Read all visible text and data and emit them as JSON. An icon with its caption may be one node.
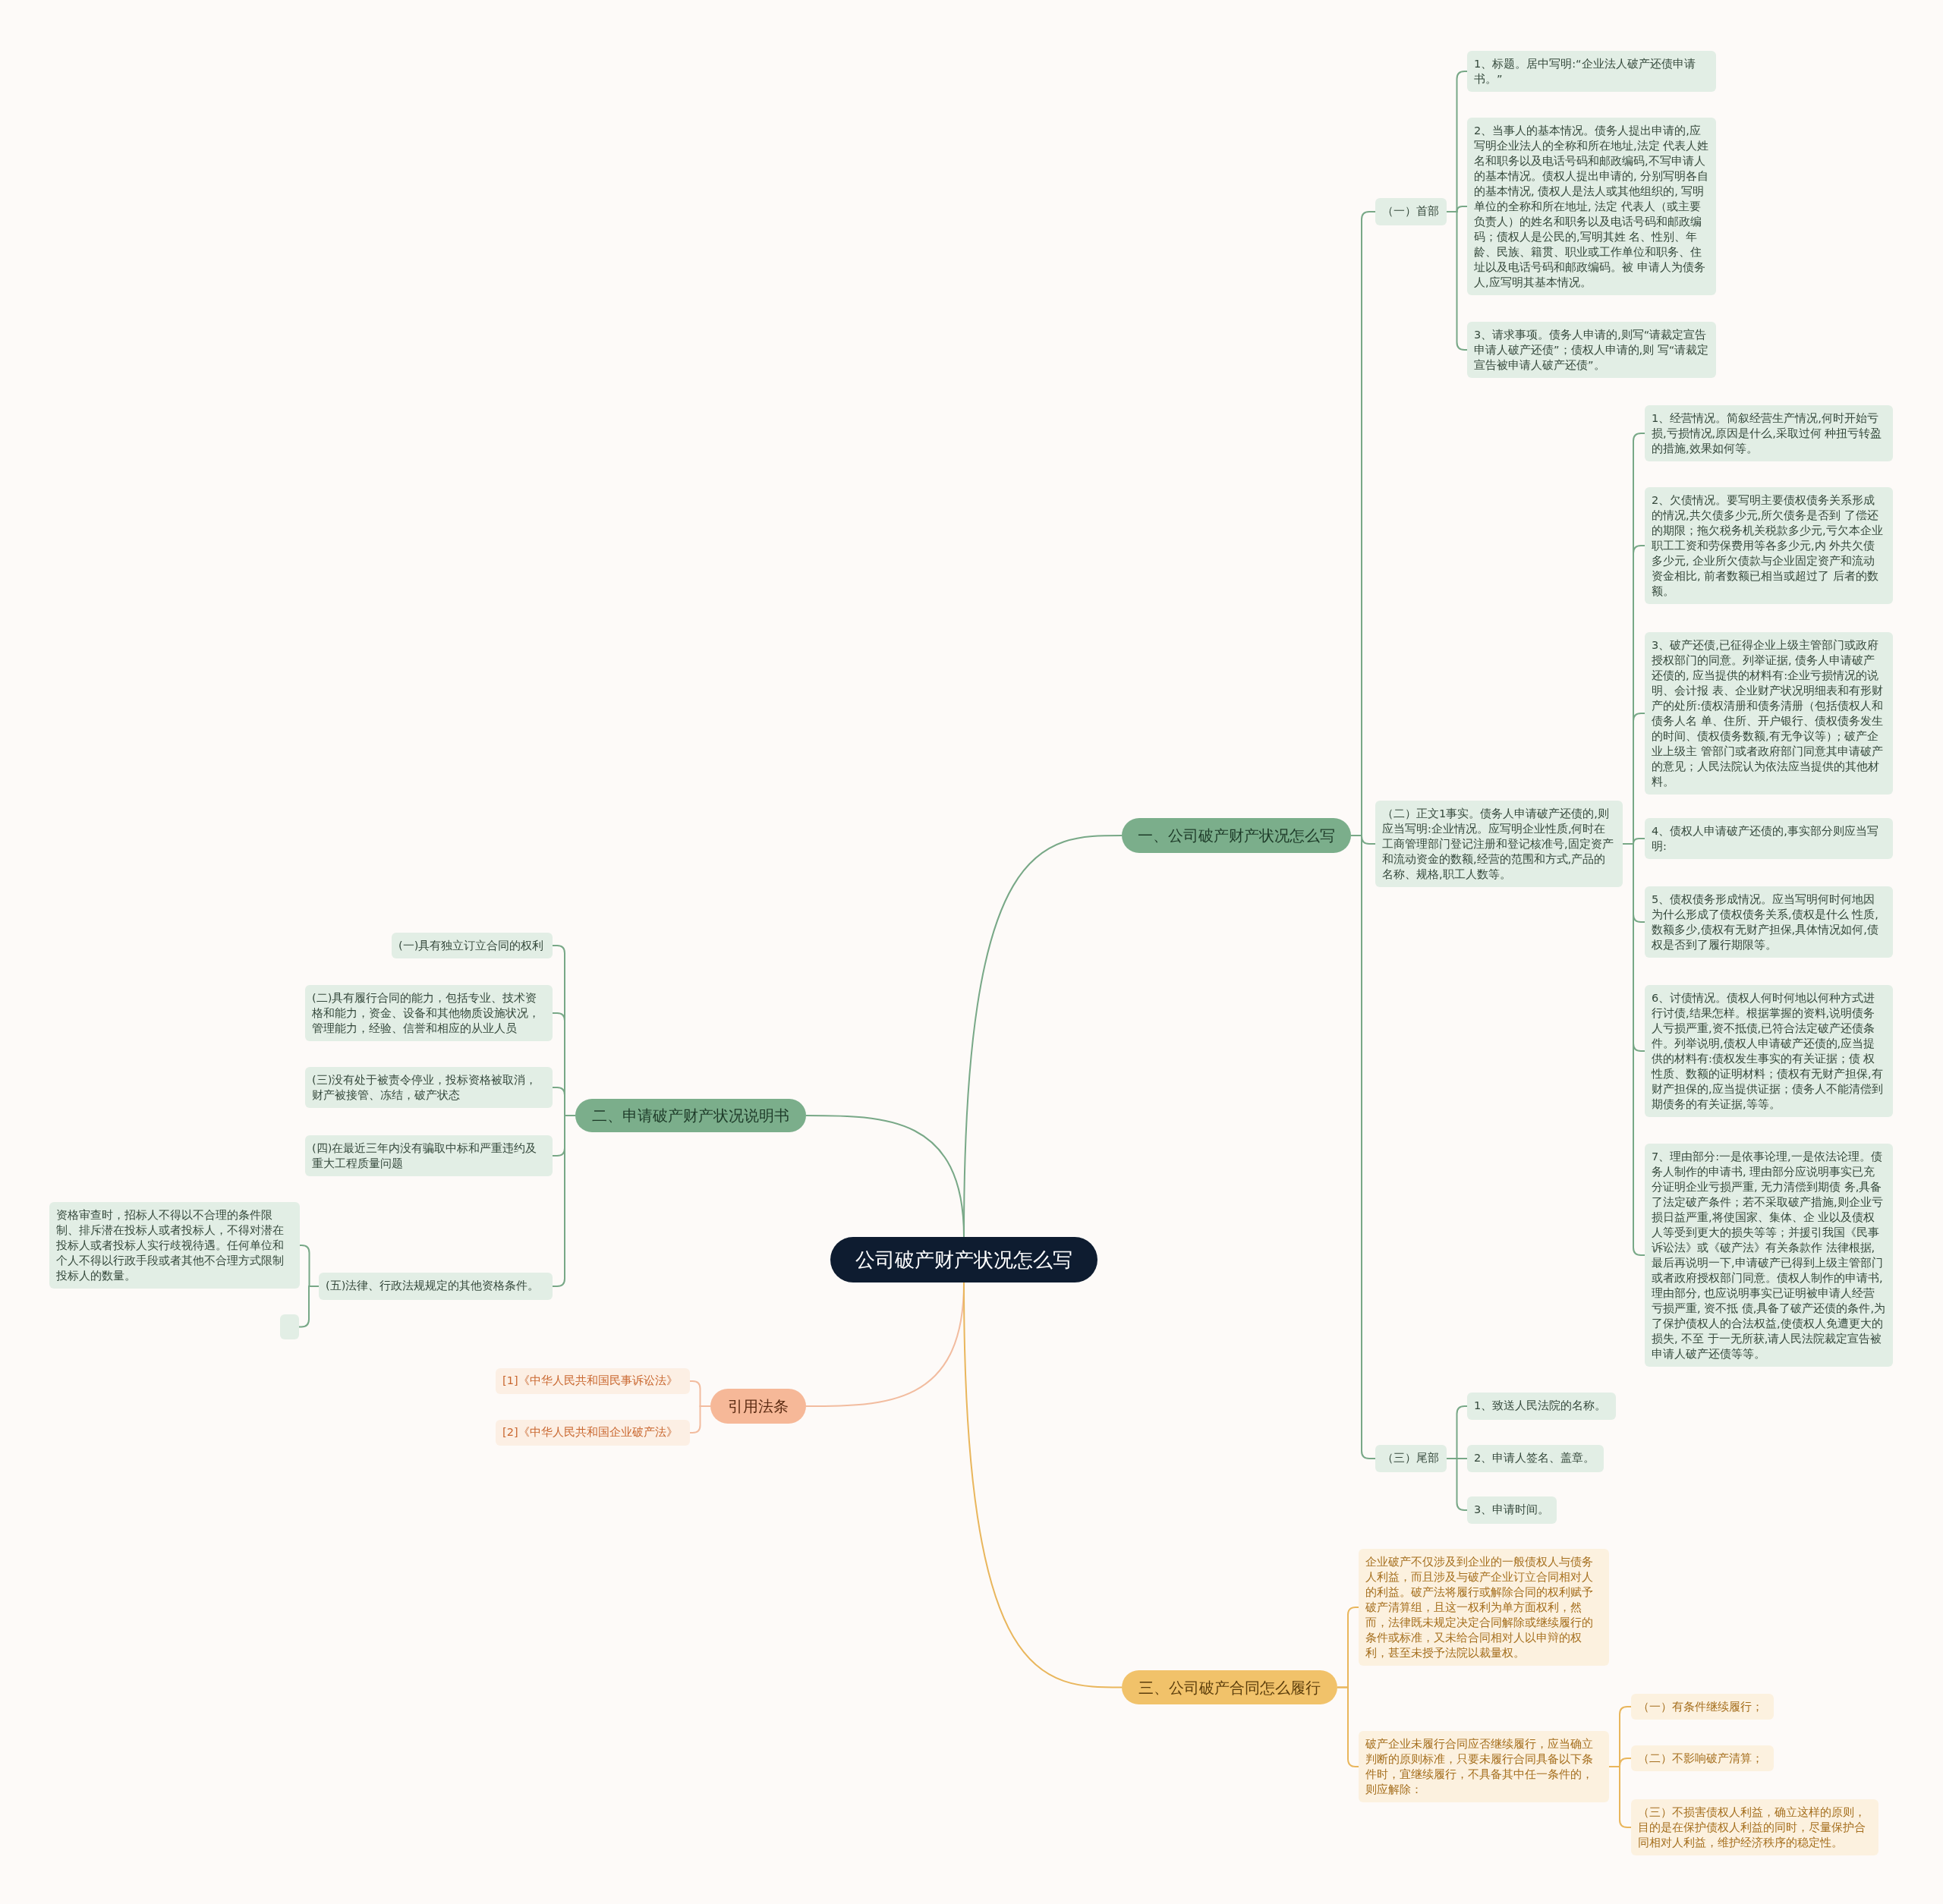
{
  "diagram": {
    "nodes": [
      {
        "text": [
          "公司破产财产状况怎么写"
        ]
      },
      {
        "text": [
          "一、公司破产财产状况怎么写"
        ]
      },
      {
        "text": [
          "（一）首部"
        ]
      },
      {
        "text": [
          "1、标题。居中写明:“企业法人破产还债申请书。”"
        ]
      },
      {
        "text": [
          "2、当事人的基本情况。债务人提出申请的,应写明企业法人的全称和所在地址,法定 代表人姓名和职务以及电话号码和邮政编码,不写申请人的基本情况。债权人提出申请的, 分别写明各自的基本情况, 债权人是法人或其他组织的, 写明单位的全称和所在地址, 法定 代表人（或主要负责人）的姓名和职务以及电话号码和邮政编码；债权人是公民的,写明其姓 名、性别、年龄、民族、籍贯、职业或工作单位和职务、住址以及电话号码和邮政编码。被 申请人为债务人,应写明其基本情况。"
        ]
      },
      {
        "text": [
          "3、请求事项。债务人申请的,则写“请裁定宣告申请人破产还债”；债权人申请的,则 写“请裁定宣告被申请人破产还债”。"
        ]
      },
      {
        "text": [
          "（二）正文1事实。债务人申请破产还债的,则应当写明:企业情况。应写明企业性质,何时在工商管理部门登记注册和登记核准号,固定资产和流动资金的数额,经营的范围和方式,产品的名称、规格,职工人数等。"
        ]
      },
      {
        "text": [
          "1、经营情况。简叙经营生产情况,何时开始亏损,亏损情况,原因是什么,采取过何 种扭亏转盈的措施,效果如何等。"
        ]
      },
      {
        "text": [
          "2、欠债情况。要写明主要债权债务关系形成的情况,共欠债多少元,所欠债务是否到 了偿还的期限；拖欠税务机关税款多少元,亏欠本企业职工工资和劳保费用等各多少元,内 外共欠债多少元, 企业所欠债款与企业固定资产和流动资金相比, 前者数额已相当或超过了 后者的数额。"
        ]
      },
      {
        "text": [
          "3、破产还债,已征得企业上级主管部门或政府授权部门的同意。列举证据, 债务人申请破产还债的, 应当提供的材料有:企业亏损情况的说明、会计报 表、企业财产状况明细表和有形财产的处所:债权清册和债务清册（包括债权人和债务人名 单、住所、开户银行、债权债务发生的时间、债权债务数额,有无争议等）; 破产企业上级主 管部门或者政府部门同意其申请破产的意见；人民法院认为依法应当提供的其他材料。"
        ]
      },
      {
        "text": [
          "4、债权人申请破产还债的,事实部分则应当写明:"
        ]
      },
      {
        "text": [
          "5、债权债务形成情况。应当写明何时何地因为什么形成了债权债务关系,债权是什么 性质,数额多少,债权有无财产担保,具体情况如何,债权是否到了履行期限等。"
        ]
      },
      {
        "text": [
          "6、讨债情况。债权人何时何地以何种方式进行讨债,结果怎样。根据掌握的资料,说明债务人亏损严重,资不抵债,已符合法定破产还债条件。列举说明,债权人申请破产还债的,应当提供的材料有:债权发生事实的有关证据；债 权性质、数额的证明材料；债权有无财产担保,有财产担保的,应当提供证据；债务人不能清偿到期债务的有关证据,等等。"
        ]
      },
      {
        "text": [
          "7、理由部分:一是依事论理,一是依法论理。债务人制作的申请书, 理由部分应说明事实已充分证明企业亏损严重, 无力清偿到期债 务,具备了法定破产条件；若不采取破产措施,则企业亏损日益严重,将使国家、集体、企 业以及债权人等受到更大的损失等等；并援引我国《民事诉讼法》或《破产法》有关条款作 法律根据,最后再说明一下,申请破产已得到上级主管部门或者政府授权部门同意。债权人制作的申请书, 理由部分, 也应说明事实已证明被申请人经营亏损严重, 资不抵 债,具备了破产还债的条件,为了保护债权人的合法权益,使债权人免遭更大的损失, 不至 于一无所获,请人民法院裁定宣告被申请人破产还债等等。"
        ]
      },
      {
        "text": [
          "（三）尾部"
        ]
      },
      {
        "text": [
          "1、致送人民法院的名称。"
        ]
      },
      {
        "text": [
          "2、申请人签名、盖章。"
        ]
      },
      {
        "text": [
          "3、申请时间。"
        ]
      },
      {
        "text": [
          "二、申请破产财产状况说明书"
        ]
      },
      {
        "text": [
          "(一)具有独立订立合同的权利"
        ]
      },
      {
        "text": [
          "(二)具有履行合同的能力，包括专业、技术资格和能力，资金、设备和其他物质设施状况，管理能力，经验、信誉和相应的从业人员"
        ]
      },
      {
        "text": [
          "(三)没有处于被责令停业，投标资格被取消，财产被接管、冻结，破产状态"
        ]
      },
      {
        "text": [
          "(四)在最近三年内没有骗取中标和严重违约及重大工程质量问题"
        ]
      },
      {
        "text": [
          "(五)法律、行政法规规定的其他资格条件。"
        ]
      },
      {
        "text": [
          "资格审查时，招标人不得以不合理的条件限制、排斥潜在投标人或者投标人，不得对潜在投标人或者投标人实行歧视待遇。任何单位和个人不得以行政手段或者其他不合理方式限制投标人的数量。"
        ]
      },
      {
        "text": [],
        "shape": "box"
      },
      {
        "text": [
          "引用法条"
        ]
      },
      {
        "text": [
          "[1]《中华人民共和国民事诉讼法》"
        ]
      },
      {
        "text": [
          "[2]《中华人民共和国企业破产法》"
        ]
      },
      {
        "text": [
          "三、公司破产合同怎么履行"
        ]
      },
      {
        "text": [
          "企业破产不仅涉及到企业的一般债权人与债务人利益，而且涉及与破产企业订立合同相对人的利益。破产法将履行或解除合同的权利赋予破产清算组，且这一权利为单方面权利，然而，法律既未规定决定合同解除或继续履行的条件或标准，又未给合同相对人以申辩的权利，甚至未授予法院以裁量权。"
        ]
      },
      {
        "text": [
          "破产企业未履行合同应否继续履行，应当确立判断的原则标准，只要未履行合同具备以下条件时，宜继续履行，不具备其中任一条件的，则应解除："
        ]
      },
      {
        "text": [
          "（一）有条件继续履行；"
        ]
      },
      {
        "text": [
          "（二）不影响破产清算；"
        ]
      },
      {
        "text": [
          "（三）不损害债权人利益，确立这样的原则，目的是在保护债权人利益的同时，尽量保护合同相对人利益，维护经济秩序的稳定性。"
        ]
      }
    ],
    "edges": [
      {
        "from": 0,
        "to": 1,
        "arrow": "none"
      },
      {
        "from": 0,
        "to": 18,
        "arrow": "none"
      },
      {
        "from": 0,
        "to": 26,
        "arrow": "none",
        "color": "#f2bc9f"
      },
      {
        "from": 0,
        "to": 29,
        "arrow": "none",
        "color": "#e9b65c"
      },
      {
        "from": 1,
        "to": 2,
        "arrow": "none"
      },
      {
        "from": 1,
        "to": 6,
        "arrow": "none"
      },
      {
        "from": 1,
        "to": 14,
        "arrow": "none"
      },
      {
        "from": 2,
        "to": 3,
        "arrow": "none"
      },
      {
        "from": 2,
        "to": 4,
        "arrow": "none"
      },
      {
        "from": 2,
        "to": 5,
        "arrow": "none"
      },
      {
        "from": 6,
        "to": 7,
        "arrow": "none"
      },
      {
        "from": 6,
        "to": 8,
        "arrow": "none"
      },
      {
        "from": 6,
        "to": 9,
        "arrow": "none"
      },
      {
        "from": 6,
        "to": 10,
        "arrow": "none"
      },
      {
        "from": 6,
        "to": 11,
        "arrow": "none"
      },
      {
        "from": 6,
        "to": 12,
        "arrow": "none"
      },
      {
        "from": 6,
        "to": 13,
        "arrow": "none"
      },
      {
        "from": 14,
        "to": 15,
        "arrow": "none"
      },
      {
        "from": 14,
        "to": 16,
        "arrow": "none"
      },
      {
        "from": 14,
        "to": 17,
        "arrow": "none"
      },
      {
        "from": 18,
        "to": 19,
        "arrow": "none"
      },
      {
        "from": 18,
        "to": 20,
        "arrow": "none"
      },
      {
        "from": 18,
        "to": 21,
        "arrow": "none"
      },
      {
        "from": 18,
        "to": 22,
        "arrow": "none"
      },
      {
        "from": 18,
        "to": 23,
        "arrow": "none"
      },
      {
        "from": 23,
        "to": 24,
        "arrow": "none"
      },
      {
        "from": 23,
        "to": 25,
        "arrow": "none"
      },
      {
        "from": 26,
        "to": 27,
        "arrow": "none",
        "color": "#f2bc9f"
      },
      {
        "from": 26,
        "to": 28,
        "arrow": "none",
        "color": "#f2bc9f"
      },
      {
        "from": 29,
        "to": 30,
        "arrow": "none",
        "color": "#e9b65c"
      },
      {
        "from": 29,
        "to": 31,
        "arrow": "none",
        "color": "#e9b65c"
      },
      {
        "from": 31,
        "to": 32,
        "arrow": "none",
        "color": "#e9b65c"
      },
      {
        "from": 31,
        "to": 33,
        "arrow": "none",
        "color": "#e9b65c"
      },
      {
        "from": 31,
        "to": 34,
        "arrow": "none",
        "color": "#e9b65c"
      }
    ]
  }
}
